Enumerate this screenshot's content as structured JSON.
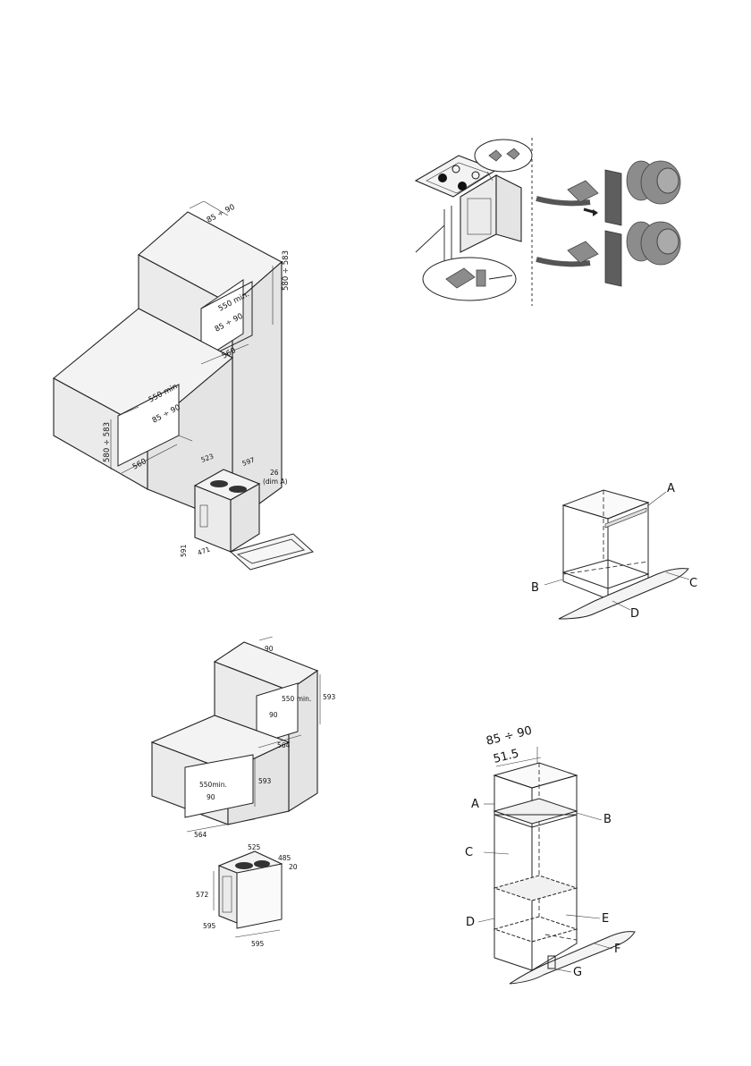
{
  "figure_top_left": {
    "dim_top": "85 ÷ 90",
    "upper_niche_width_min": "550 min.",
    "upper_niche_depth": "85 ÷ 90",
    "upper_niche_height": "580 ÷ 583",
    "upper_niche_bottom": "560",
    "lower_niche_width_min": "550 min.",
    "lower_niche_depth": "85 ÷ 90",
    "lower_niche_height": "580 ÷ 583",
    "lower_niche_bottom": "560",
    "oven_depth": "523",
    "oven_width": "597",
    "oven_panel": "26",
    "oven_panel_note": "(dim A)",
    "oven_height": "591",
    "oven_inner": "471"
  },
  "figure_bottom_left": {
    "dim_top": "90",
    "upper_width_min": "550 min.",
    "upper_depth": "90",
    "upper_height": "593",
    "upper_bottom": "564",
    "lower_width_min": "550min.",
    "lower_depth": "90",
    "lower_height": "593",
    "lower_bottom": "564",
    "oven_depth": "525",
    "oven_top_right": "485",
    "oven_panel": "20",
    "oven_height_inner": "572",
    "oven_height": "595",
    "oven_width": "595"
  },
  "figure_mid_right": {
    "labels": [
      "A",
      "B",
      "C",
      "D"
    ]
  },
  "figure_bottom_right": {
    "dim_top": "85 ÷ 90",
    "dim_inner": "51.5",
    "labels": [
      "A",
      "B",
      "C",
      "D",
      "E",
      "F",
      "G"
    ]
  }
}
